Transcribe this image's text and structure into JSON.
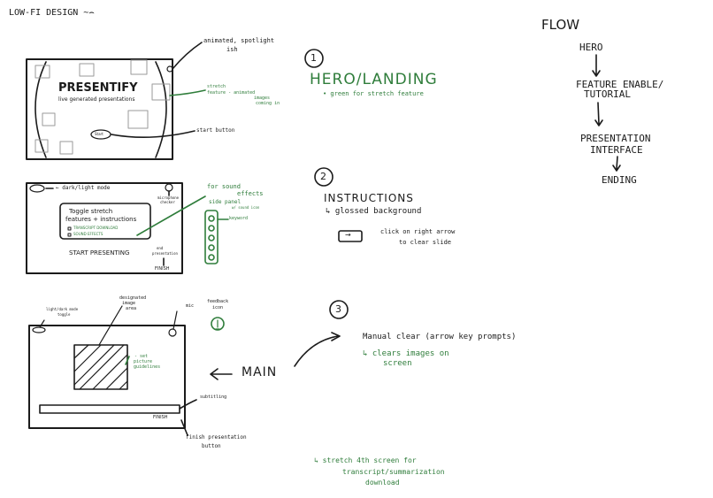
{
  "page": {
    "title": "LOW-FI DESIGN ~⌢"
  },
  "flow": {
    "title": "FLOW",
    "steps": [
      "HERO",
      "FEATURE ENABLE/",
      "TUTORIAL",
      "PRESENTATION",
      "INTERFACE",
      "ENDING"
    ]
  },
  "screen1": {
    "app_title": "PRESENTIFY",
    "app_subtitle": "live generated presentations",
    "start_button": "Start",
    "note_animated": "animated, spotlight",
    "note_animated2": "ish",
    "note_stretch": "stretch",
    "note_stretch2": "feature - animated",
    "note_stretch3": "images",
    "note_stretch4": "coming in",
    "note_start": "start button",
    "step_number": "1",
    "section_title": "HERO/LANDING",
    "section_note": "• green for stretch feature"
  },
  "screen2": {
    "note_mode": "← dark/light mode",
    "note_mic": "microphone",
    "note_mic2": "checker",
    "toggle_title": "Toggle stretch",
    "toggle_title2": "features + instructions",
    "option1": "TRANSCRIPT DOWNLOAD",
    "option2": "SOUND EFFECTS",
    "start_presenting": "START PRESENTING",
    "note_end": "end",
    "note_end2": "presentation",
    "finish": "FINISH",
    "note_sound": "for sound",
    "note_sound2": "effects",
    "note_sound3": "side panel",
    "note_sound4": "w/ sound icon",
    "note_keyword": "keyword",
    "step_number": "2",
    "section_title": "INSTRUCTIONS",
    "section_note": "↳ glossed background",
    "key_label": "→",
    "key_note": "click on right arrow",
    "key_note2": "to clear slide"
  },
  "screen3": {
    "note_toggle": "light/dark mode",
    "note_toggle2": "toggle",
    "note_area": "designated",
    "note_area2": "image",
    "note_area3": "area",
    "note_mic": "mic",
    "note_feedback": "feedback",
    "note_feedback2": "icon",
    "note_guidelines": "- set",
    "note_guidelines2": "picture",
    "note_guidelines3": "guidelines",
    "note_subtitling": "subtitling",
    "finish": "FINISH",
    "note_finish": "finish presentation",
    "note_finish2": "button",
    "main_label": "MAIN",
    "step_number": "3",
    "manual_clear": "Manual clear (arrow key prompts)",
    "clears_images": "↳ clears images on",
    "clears_images2": "screen",
    "stretch_note": "↳ stretch 4th screen for",
    "stretch_note2": "transcript/summarization",
    "stretch_note3": "download"
  },
  "colors": {
    "ink": "#1b1b1b",
    "stretch_green": "#2f7d3b"
  }
}
